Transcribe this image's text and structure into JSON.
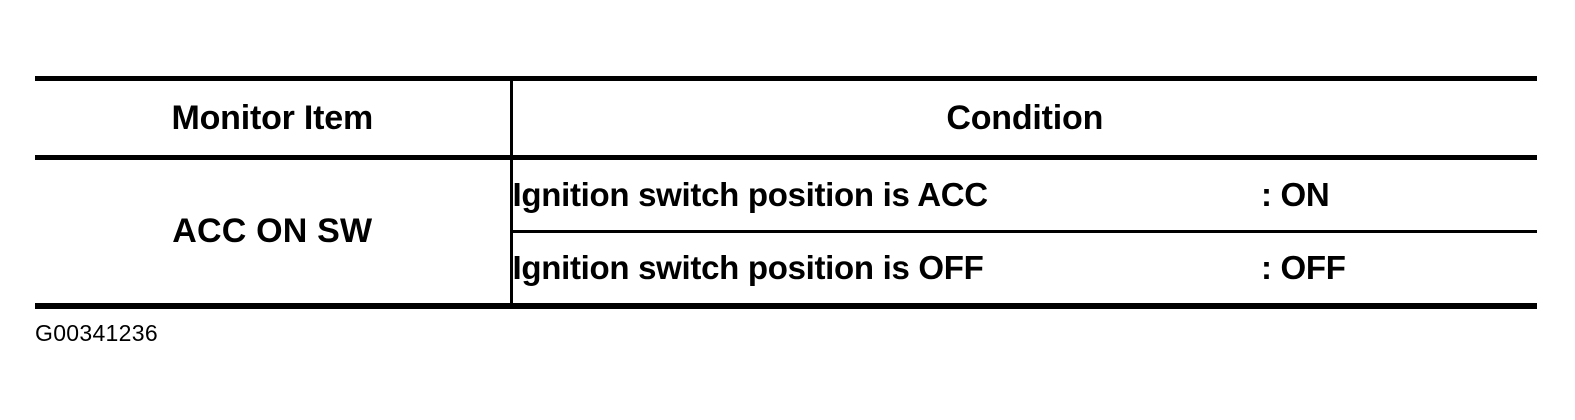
{
  "document": {
    "background_color": "#ffffff",
    "ink_color": "#000000",
    "caption": "G00341236"
  },
  "table": {
    "headers": {
      "item": "Monitor Item",
      "condition": "Condition"
    },
    "rows": [
      {
        "item": "ACC ON SW",
        "conditions": [
          {
            "description": "Ignition switch position is ACC",
            "value": ": ON"
          },
          {
            "description": "Ignition switch position is OFF",
            "value": ": OFF"
          }
        ]
      }
    ]
  }
}
